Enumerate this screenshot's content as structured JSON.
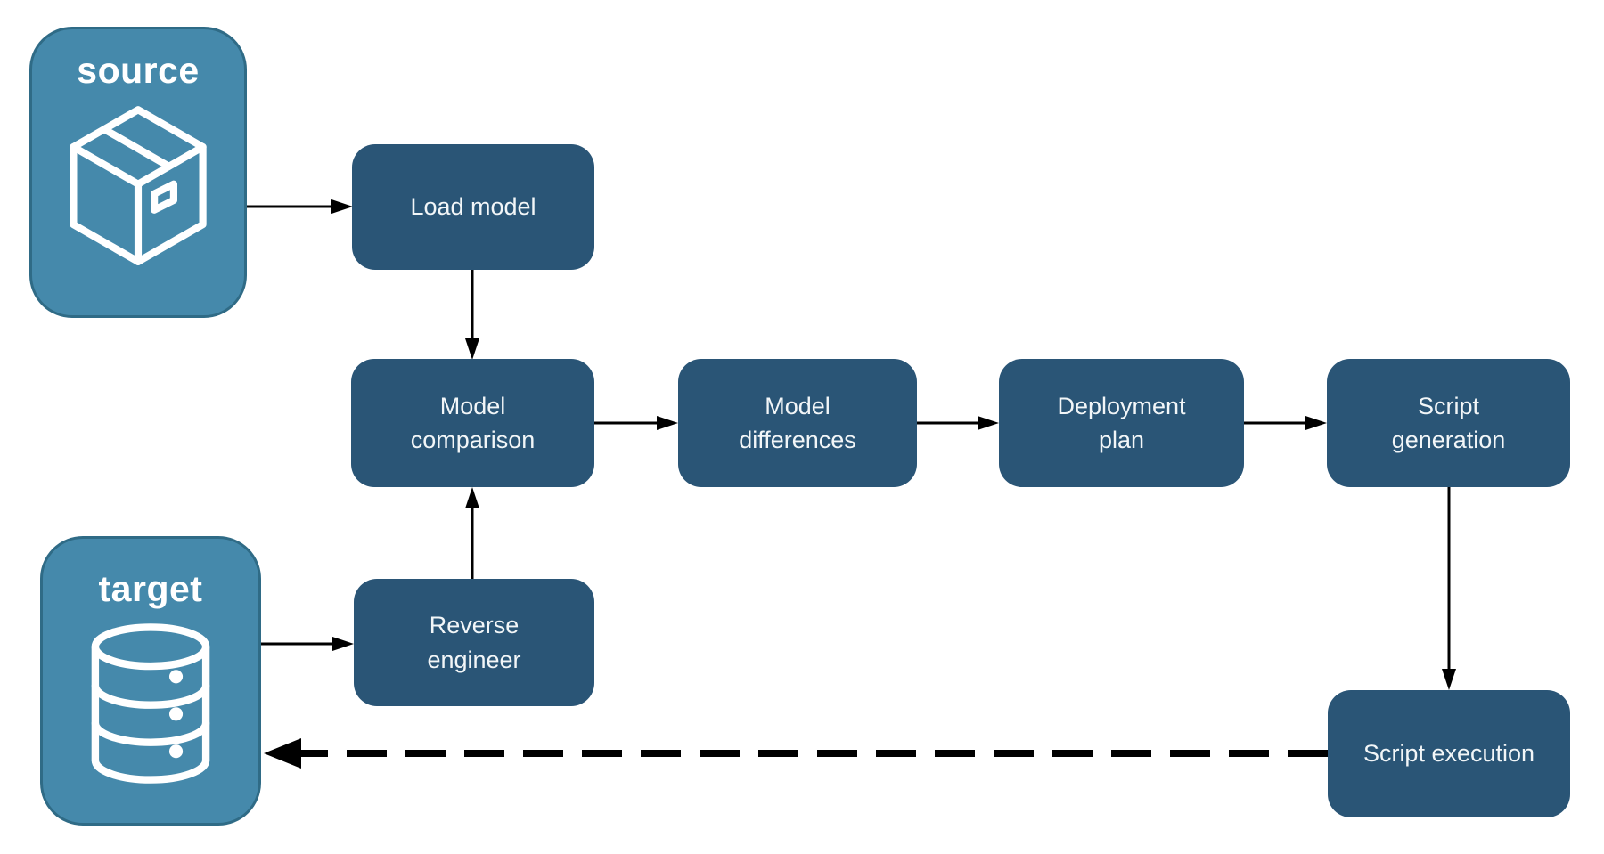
{
  "endpoints": {
    "source": {
      "label": "source",
      "icon": "package-icon"
    },
    "target": {
      "label": "target",
      "icon": "database-icon"
    }
  },
  "nodes": {
    "load_model": {
      "label": "Load model"
    },
    "model_comparison": {
      "label": "Model comparison"
    },
    "model_differences": {
      "label": "Model differences"
    },
    "deployment_plan": {
      "label": "Deployment plan"
    },
    "script_generation": {
      "label": "Script generation"
    },
    "reverse_engineer": {
      "label": "Reverse engineer"
    },
    "script_execution": {
      "label": "Script execution"
    }
  },
  "edges": [
    {
      "from": "source",
      "to": "load_model",
      "style": "solid"
    },
    {
      "from": "load_model",
      "to": "model_comparison",
      "style": "solid"
    },
    {
      "from": "model_comparison",
      "to": "model_differences",
      "style": "solid"
    },
    {
      "from": "model_differences",
      "to": "deployment_plan",
      "style": "solid"
    },
    {
      "from": "deployment_plan",
      "to": "script_generation",
      "style": "solid"
    },
    {
      "from": "script_generation",
      "to": "script_execution",
      "style": "solid"
    },
    {
      "from": "target",
      "to": "reverse_engineer",
      "style": "solid"
    },
    {
      "from": "reverse_engineer",
      "to": "model_comparison",
      "style": "solid"
    },
    {
      "from": "script_execution",
      "to": "target",
      "style": "dashed"
    }
  ],
  "colors": {
    "node_fill": "#2a5576",
    "endpoint_fill": "#4589ab",
    "endpoint_border": "#2f6b86",
    "label_text": "#ffffff",
    "arrow": "#000000",
    "background": "#ffffff"
  }
}
